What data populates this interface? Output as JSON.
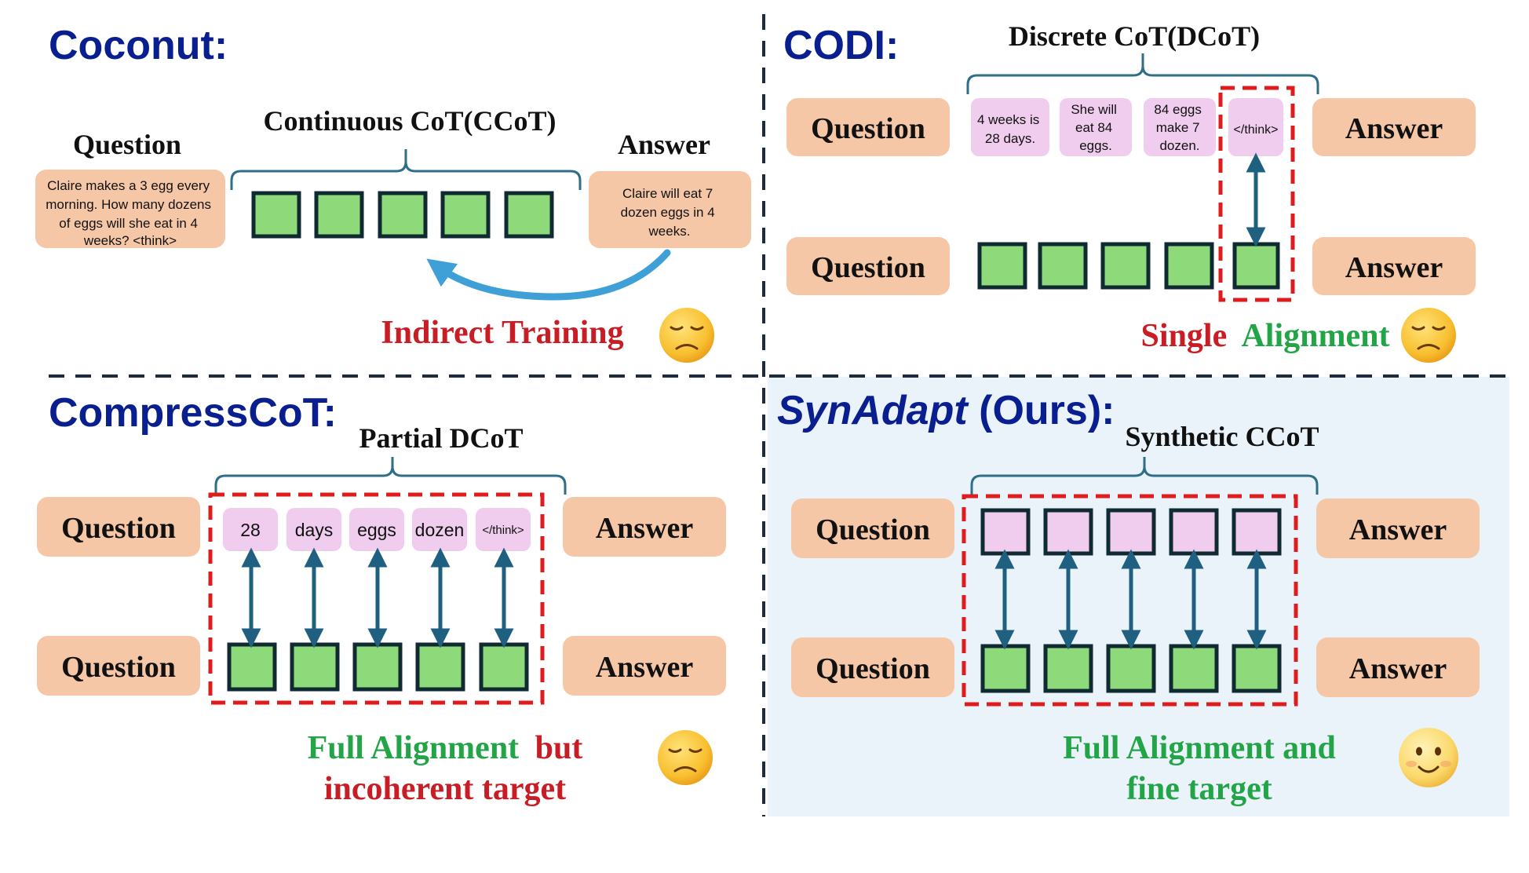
{
  "colors": {
    "heading": "#0a1f8f",
    "peach": "#f6c7a6",
    "pink": "#f0cdee",
    "green": "#8ed97a",
    "box_border": "#0f2a30",
    "arrow": "#1f5f80",
    "bracket": "#2e6e86",
    "red": "#c81d25",
    "green_text": "#22a447",
    "dashed_red": "#e01b1b",
    "divider": "#1e2a3e",
    "panel_bg": "#eaf3fa"
  },
  "coconut": {
    "title": "Coconut:",
    "ccot_label": "Continuous CoT(CCoT)",
    "question_label": "Question",
    "answer_label": "Answer",
    "question_text": [
      "Claire makes a 3 egg every",
      "morning. How many dozens",
      "of eggs will she eat in 4",
      "weeks? <think>"
    ],
    "answer_text": [
      "Claire will eat 7",
      "dozen eggs in 4",
      "weeks."
    ],
    "caption": "Indirect Training",
    "emoji": "sad-face-icon"
  },
  "codi": {
    "title": "CODI:",
    "dcot_label": "Discrete CoT(DCoT)",
    "question": "Question",
    "answer": "Answer",
    "tokens": [
      [
        "4 weeks is",
        "28 days."
      ],
      [
        "She will",
        "eat 84",
        "eggs."
      ],
      [
        "84 eggs",
        "make 7",
        "dozen."
      ],
      [
        "</think>"
      ]
    ],
    "caption_part1": "Single",
    "caption_part2": "Alignment",
    "emoji": "sad-face-icon"
  },
  "compresscot": {
    "title": "CompressCoT:",
    "dcot_label": "Partial DCoT",
    "question": "Question",
    "answer": "Answer",
    "tokens": [
      "28",
      "days",
      "eggs",
      "dozen",
      "</think>"
    ],
    "caption_line1_part1": "Full Alignment",
    "caption_line1_part2": "but",
    "caption_line2": "incoherent target",
    "emoji": "sad-face-icon"
  },
  "synadapt": {
    "title_italic": "SynAdapt",
    "title_rest": "(Ours):",
    "ccot_label": "Synthetic CCoT",
    "question": "Question",
    "answer": "Answer",
    "caption_line1": "Full Alignment and",
    "caption_line2": "fine target",
    "emoji": "smiling-face-icon"
  }
}
